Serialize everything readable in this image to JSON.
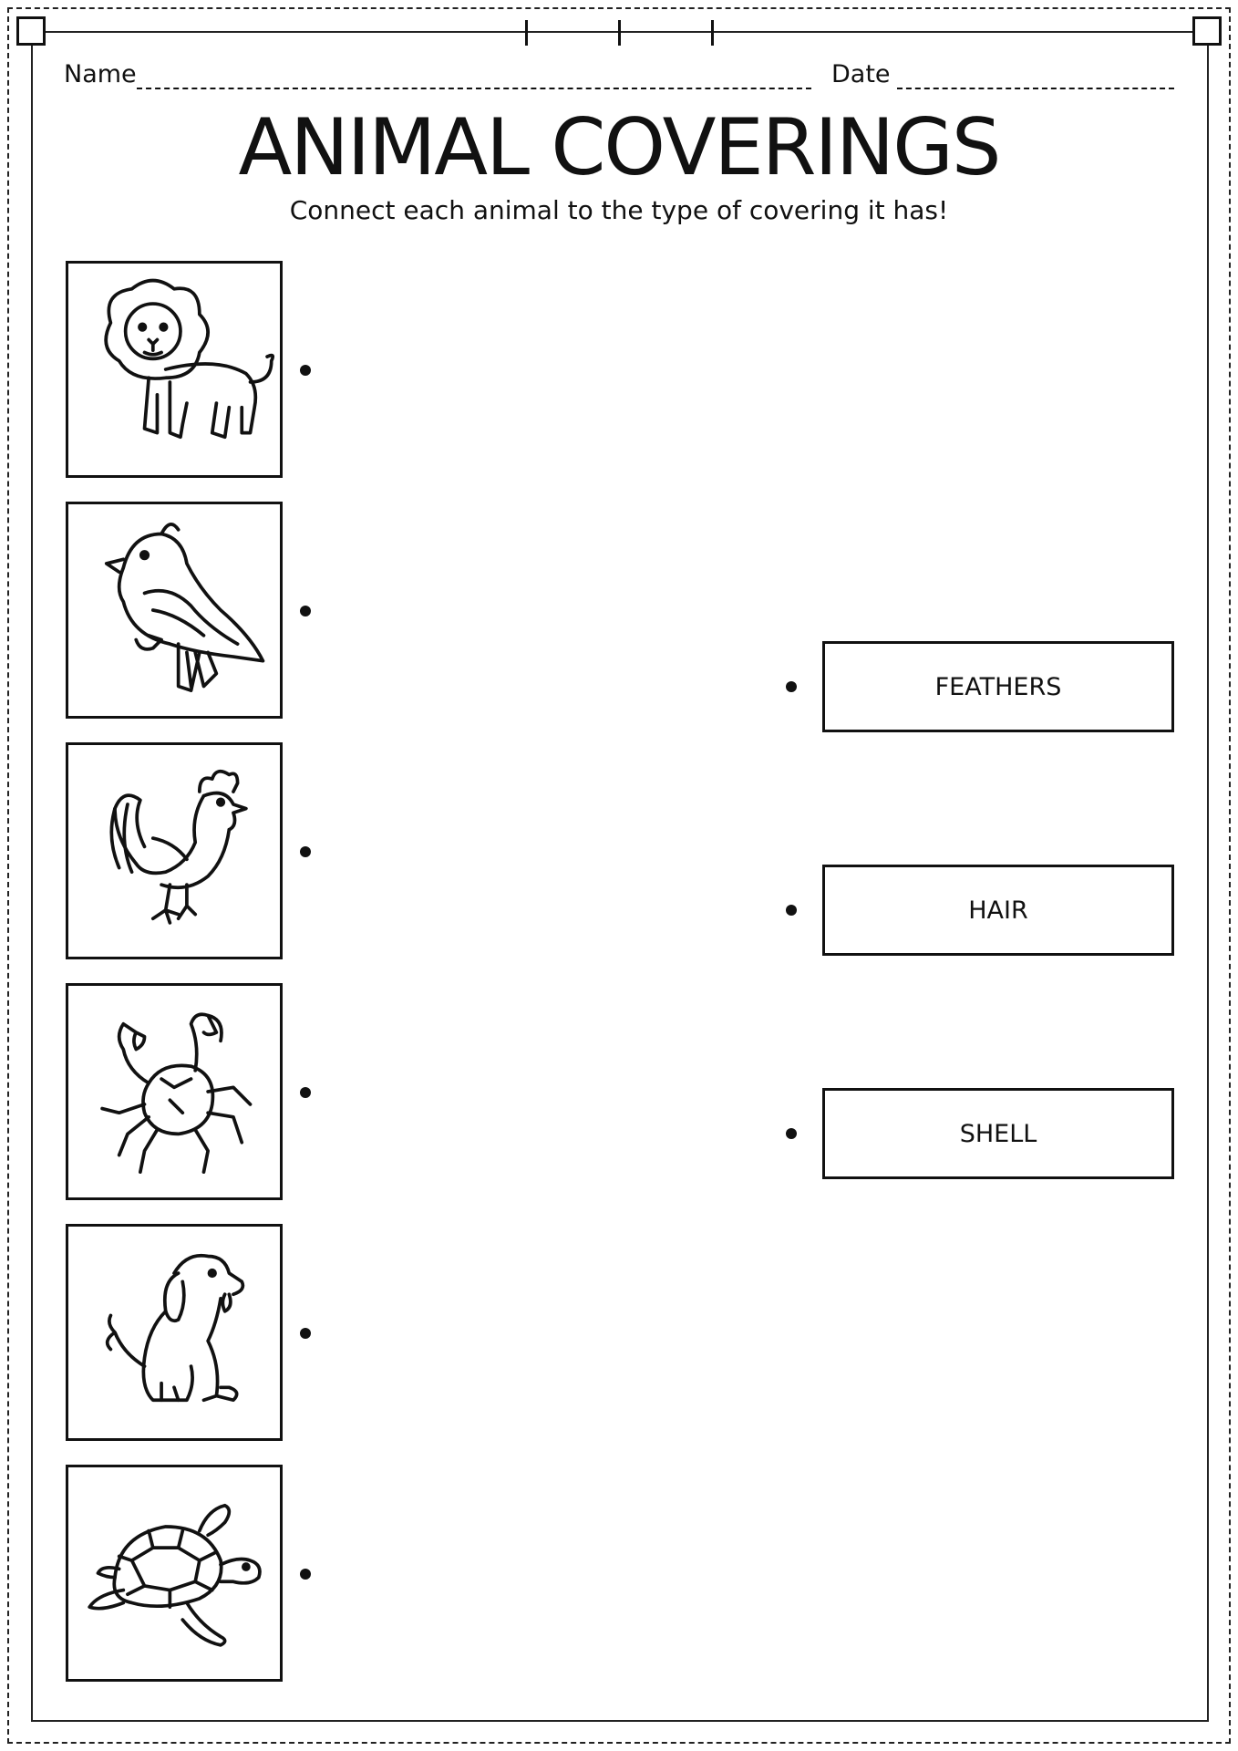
{
  "header": {
    "name_label": "Name",
    "date_label": "Date"
  },
  "title": "ANIMAL COVERINGS",
  "instruction": "Connect each animal to the type of covering it has!",
  "animals": [
    {
      "icon": "lion-icon"
    },
    {
      "icon": "bird-icon"
    },
    {
      "icon": "rooster-icon"
    },
    {
      "icon": "crab-icon"
    },
    {
      "icon": "dog-icon"
    },
    {
      "icon": "turtle-icon"
    }
  ],
  "coverings": [
    {
      "label": "FEATHERS"
    },
    {
      "label": "HAIR"
    },
    {
      "label": "SHELL"
    }
  ]
}
